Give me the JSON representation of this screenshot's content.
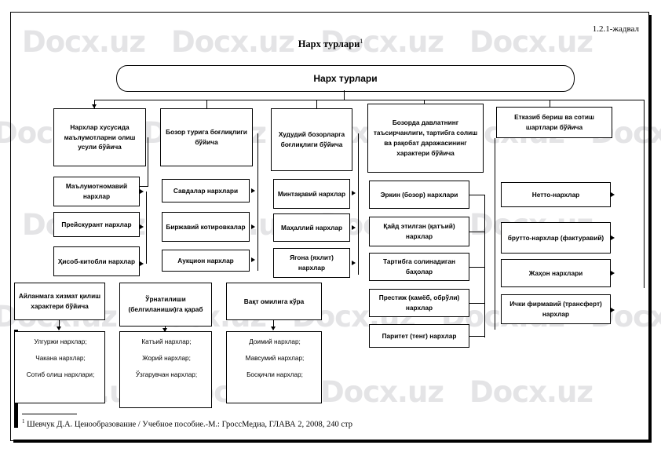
{
  "page": {
    "table_number": "1.2.1-жадвал",
    "title": "Нарх турлари",
    "title_footnote_marker": "1",
    "master_box": "Нарх турлари",
    "watermark": "Docx.uz",
    "footnote_marker": "1",
    "footnote": "Шевчук Д.А.  Ценообразование / Учебное пособие.-М.: ГроссМедиа, ГЛАВА 2, 2008, 240 стр"
  },
  "columns": [
    {
      "id": "col1",
      "header": "Нархлар хусусида маълумотларни олиш усули бўйича",
      "items": [
        "Маълумотномавий нархлар",
        "Прейскурант нархлар",
        "Ҳисоб-китобли нархлар"
      ]
    },
    {
      "id": "col2",
      "header": "Бозор турига боғлиқлиги бўйича",
      "items": [
        "Савдалар нархлари",
        "Биржавий котировкалар",
        "Аукцион нархлар"
      ]
    },
    {
      "id": "col3",
      "header": "Худудий бозорларга боғлиқлиги бўйича",
      "items": [
        "Минтақавий нархлар",
        "Маҳаллий нархлар",
        "Ягона (яхлит) нархлар"
      ]
    },
    {
      "id": "col4",
      "header": "Бозорда давлатнинг таъсирчанлиги, тартибга солиш ва рақобат даражасининг характери бўйича",
      "items": [
        "Эркин (бозор) нархлари",
        "Қайд этилган (қатъий) нархлар",
        "Тартибга солинадиган баҳолар",
        "Престиж (камёб, обрўли) нархлар",
        "Паритет (тенг) нархлар"
      ]
    },
    {
      "id": "col5",
      "header": "Етказиб бериш ва сотиш шартлари бўйича",
      "items": [
        "Нетто-нархлар",
        "брутто-нархлар (фактуравий)",
        "Жаҳон нархлари",
        "Ички фирмавий (трансферт) нархлар"
      ]
    }
  ],
  "bottom_groups": [
    {
      "id": "grp1",
      "header": "Айланмага хизмат қилиш характери бўйича",
      "items": [
        "Улгуржи нархлар;",
        "Чакана нархлар;",
        "Сотиб олиш нархлари;"
      ]
    },
    {
      "id": "grp2",
      "header": "Ўрнатилиши (белгиланиши)га қараб",
      "items": [
        "Катъий нархлар;",
        "Жорий нархлар;",
        "Ўзгарувчан нархлар;"
      ]
    },
    {
      "id": "grp3",
      "header": "Вақт омилига кўра",
      "items": [
        "Доимий  нархлар;",
        "Мавсумий нархлар;",
        "Босқичли  нархлар;"
      ]
    }
  ]
}
